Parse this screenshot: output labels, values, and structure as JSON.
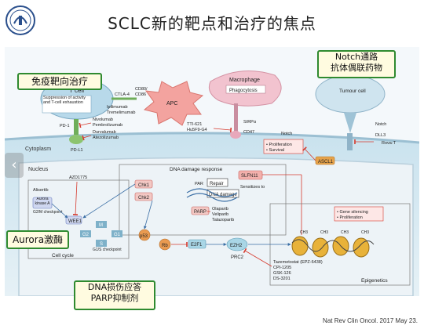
{
  "slide_title": "SCLC新的靶点和治疗的焦点",
  "citation": "Nat Rev Clin Oncol. 2017 May 23.",
  "callouts": {
    "immune": "免疫靶向治疗",
    "notch_line1": "Notch通路",
    "notch_line2": "抗体偶联药物",
    "aurora": "Aurora激酶",
    "dna_line1": "DNA损伤应答",
    "dna_line2": "PARP抑制剂"
  },
  "diagram": {
    "cells": {
      "tcell": "T cell",
      "apc": "APC",
      "macrophage": "Macrophage",
      "phagocytosis": "Phagocytosis",
      "tumour_cell": "Tumour cell"
    },
    "tcell_note": "Suppression of activity and T-cell exhaustion",
    "receptors": {
      "ctla4": "CTLA-4",
      "cd80": "CD80/",
      "cd86": "CD86",
      "ipilimumab": "Ipilimumab",
      "tremelimumab": "Tremelimumab",
      "pd1": "PD-1",
      "pdl1": "PD-L1",
      "nivolumab": "Nivolumab",
      "pembrolizumab": "Pembrolizumab",
      "durvalumab": "Durvalumab",
      "atezolizumab": "Atezolizumab",
      "sirpa": "SIRPα",
      "cd47": "CD47",
      "ttl61": "TTI-621",
      "hu5f9": "Hu5F9-G4",
      "notch": "Notch",
      "notch_left": "Notch",
      "dll3": "DLL3",
      "rovat": "Rova-T"
    },
    "regions": {
      "cytoplasm": "Cytoplasm",
      "nucleus": "Nucleus",
      "dna_damage": "DNA damage response",
      "cell_cycle": "Cell cycle",
      "epigenetics": "Epigenetics"
    },
    "nodes": {
      "ascl1": "ASCL1",
      "slfn11": "SLFN11",
      "prolif1": "• Proliferation",
      "survival": "• Survival",
      "gene_silencing": "• Gene silencing",
      "prolif2": "• Proliferation",
      "azd1775": "AZD1775",
      "alisertib": "Alisertib",
      "aurora_kinase": "Aurora kinase A",
      "wee1": "WEE1",
      "g2m": "G2/M checkpoint",
      "g1s": "G1/S checkpoint",
      "chk1": "Chk1",
      "chk2": "Chk2",
      "par": "PAR",
      "repair": "Repair",
      "dna_damage_box": "DNA damage",
      "sensitizes": "Sensitizes to",
      "parp": "PARP",
      "olaparib": "Olaparib",
      "veliparib": "Veliparib",
      "talazoparib": "Talazoparib",
      "p53": "p53",
      "rb": "Rb",
      "e2f1": "E2F1",
      "ezh2": "EZH2",
      "prc2": "PRC2",
      "ch3": "CH3",
      "tazemetostat": "Tazemetostat (EPZ-6438)",
      "cpi1205": "CPI-1205",
      "gsk126": "GSK-126",
      "ds3201": "DS-3201",
      "g2": "G2",
      "m": "M",
      "g1": "G1",
      "s": "S"
    }
  },
  "colors": {
    "cell_body": "#d9ebf3",
    "nucleus": "#eef3f7",
    "apc": "#f3a39f",
    "callout_border": "#2f8a2f",
    "callout_bg": "#fffbe0",
    "inhibit": "#d63a2e",
    "arrow": "#3a6ea5"
  },
  "icons": [
    "hospital-logo-icon",
    "prev-slide-icon"
  ]
}
